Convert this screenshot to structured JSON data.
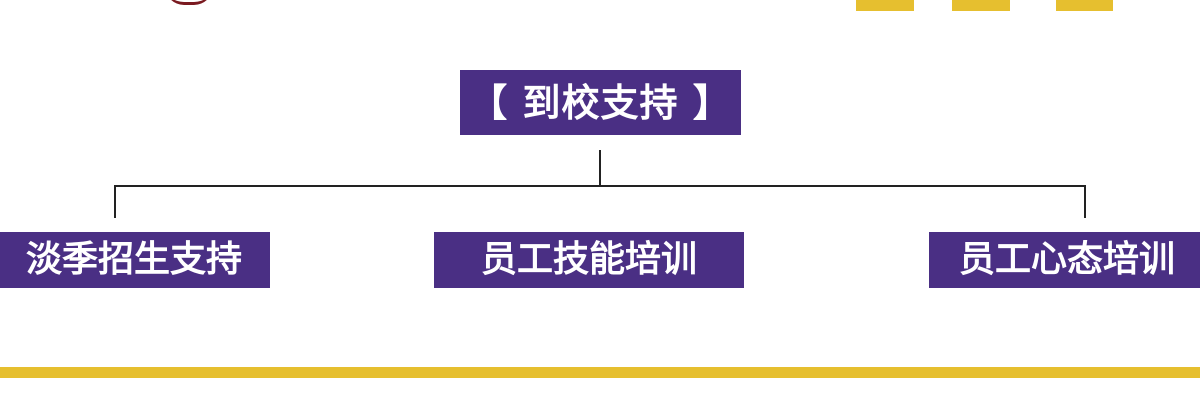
{
  "colors": {
    "node_fill": "#4a2f84",
    "node_text": "#ffffff",
    "accent_yellow": "#e6bf2f",
    "connector": "#222222",
    "arc": "#7a1a20"
  },
  "diagram": {
    "root": {
      "label": "【 到校支持 】"
    },
    "children": [
      {
        "label": "淡季招生支持"
      },
      {
        "label": "员工技能培训"
      },
      {
        "label": "员工心态培训"
      }
    ]
  }
}
